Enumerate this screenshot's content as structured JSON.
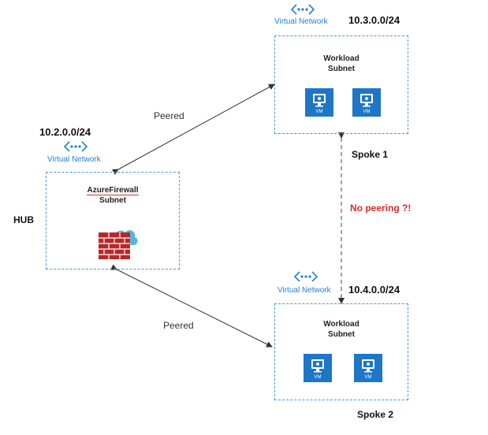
{
  "hub": {
    "label": "HUB",
    "cidr": "10.2.0.0/24",
    "vnet_label": "Virtual Network",
    "subnet_line1": "AzureFirewall",
    "subnet_line2": "Subnet",
    "icon": "azure-firewall-icon"
  },
  "spoke1": {
    "label": "Spoke 1",
    "cidr": "10.3.0.0/24",
    "vnet_label": "Virtual Network",
    "subnet_line1": "Workload",
    "subnet_line2": "Subnet",
    "vms": [
      {
        "label": "VM"
      },
      {
        "label": "VM"
      }
    ]
  },
  "spoke2": {
    "label": "Spoke 2",
    "cidr": "10.4.0.0/24",
    "vnet_label": "Virtual Network",
    "subnet_line1": "Workload",
    "subnet_line2": "Subnet",
    "vms": [
      {
        "label": "VM"
      },
      {
        "label": "VM"
      }
    ]
  },
  "links": {
    "hub_spoke1": "Peered",
    "hub_spoke2": "Peered",
    "spoke1_spoke2": "No peering ?!"
  },
  "colors": {
    "vnet_blue": "#1e7fd6",
    "vm_blue": "#1d76c6",
    "firewall_red": "#c0392b",
    "no_peering_red": "#d32c2c"
  }
}
